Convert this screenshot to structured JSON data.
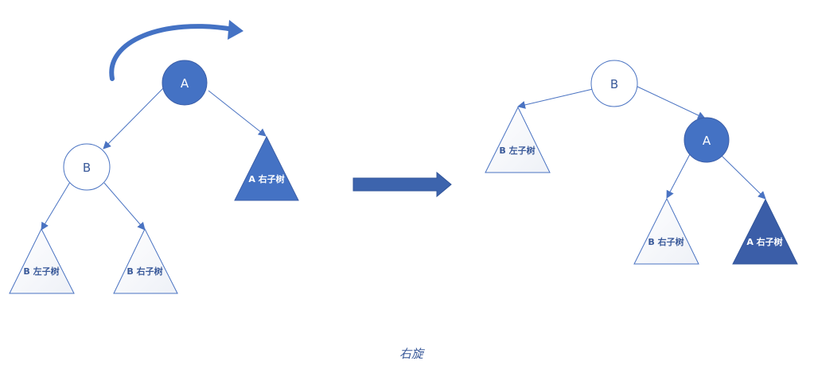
{
  "left_tree": {
    "node_a": "A",
    "node_b": "B",
    "b_left_subtree": "B 左子树",
    "b_right_subtree": "B 右子树",
    "a_right_subtree": "A 右子树"
  },
  "right_tree": {
    "node_b": "B",
    "node_a": "A",
    "b_left_subtree": "B 左子树",
    "b_right_subtree": "B 右子树",
    "a_right_subtree": "A 右子树"
  },
  "caption": "右旋",
  "colors": {
    "blue": "#4472c4",
    "dark_blue": "#3b5ea8",
    "edge": "#4a73c2",
    "label_on_light": "#3a5a9a",
    "white": "#ffffff"
  }
}
